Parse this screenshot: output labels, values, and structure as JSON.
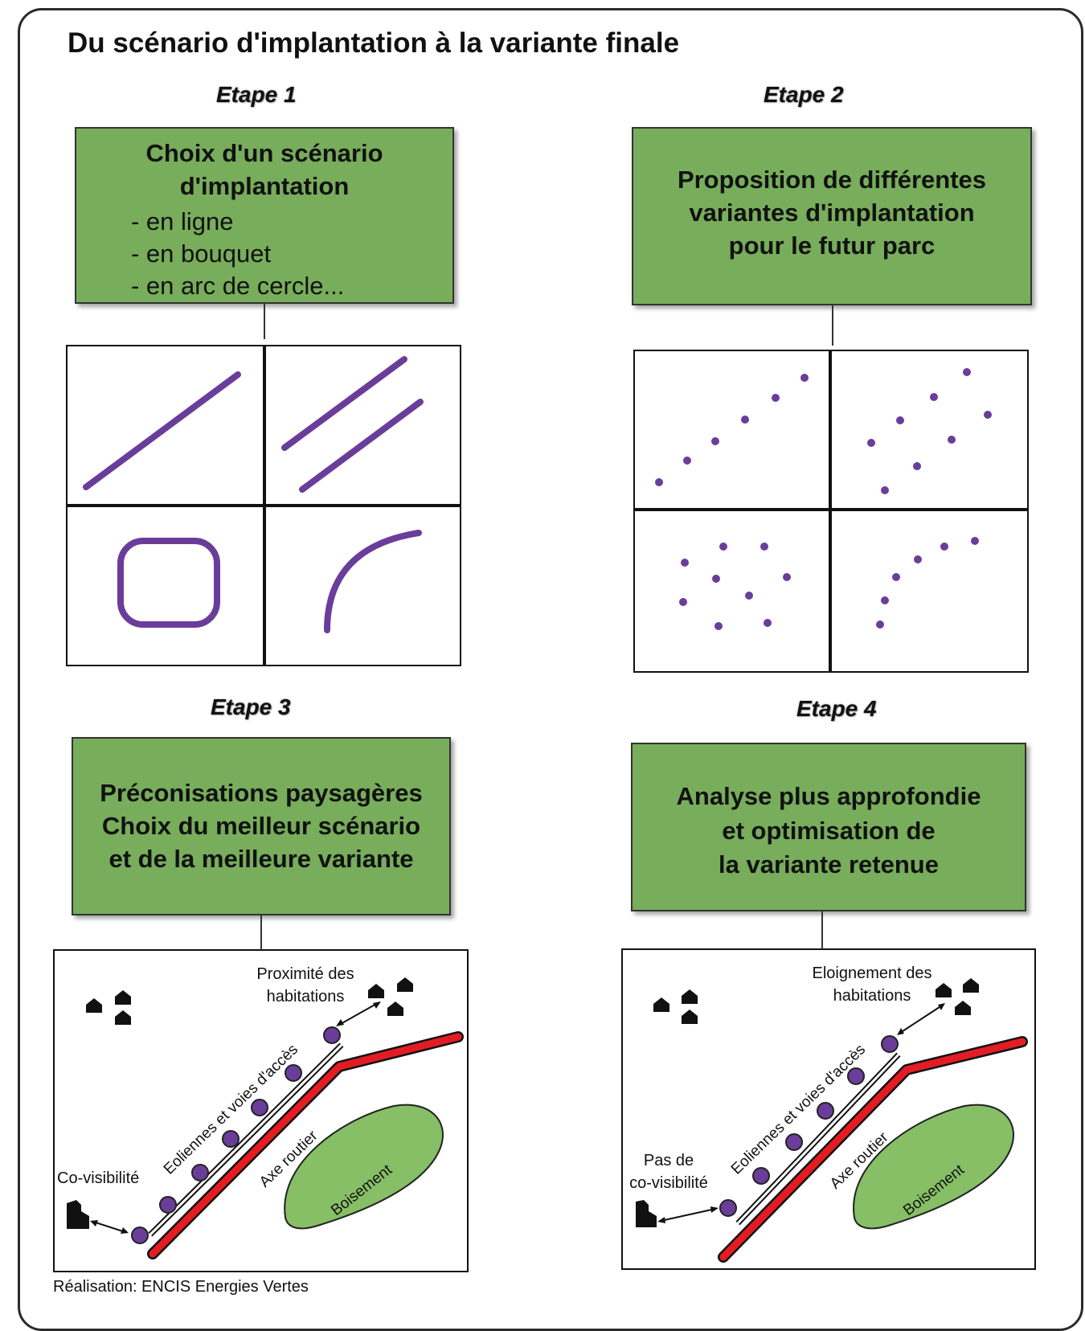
{
  "title": "Du scénario d'implantation à la variante finale",
  "etape1": {
    "label": "Etape 1",
    "box_title_line1": "Choix d'un scénario",
    "box_title_line2": "d'implantation",
    "items": [
      "- en ligne",
      "- en bouquet",
      "- en arc de cercle..."
    ]
  },
  "etape2": {
    "label": "Etape 2",
    "lines": [
      "Proposition de différentes",
      "variantes d'implantation",
      "pour le futur parc"
    ]
  },
  "etape3": {
    "label": "Etape 3",
    "lines": [
      "Préconisations paysagères",
      "Choix du meilleur scénario",
      "et de la meilleure variante"
    ],
    "map": {
      "proximity_line1": "Proximité des",
      "proximity_line2": "habitations",
      "covis": "Co-visibilité",
      "eoliennes": "Eoliennes et voies d'accès",
      "road": "Axe routier",
      "forest": "Boisement"
    }
  },
  "etape4": {
    "label": "Etape 4",
    "lines": [
      "Analyse plus approfondie",
      "et optimisation de",
      "la variante retenue"
    ],
    "map": {
      "distance_line1": "Eloignement des",
      "distance_line2": "habitations",
      "covis_line1": "Pas de",
      "covis_line2": "co-visibilité",
      "eoliennes": "Eoliennes et voies d'accès",
      "road": "Axe routier",
      "forest": "Boisement"
    }
  },
  "credit": "Réalisation: ENCIS Energies Vertes",
  "colors": {
    "box_green": "#77ad5b",
    "purple": "#6a3d9a",
    "road_red": "#e31c23",
    "forest_green": "#86bf66"
  }
}
